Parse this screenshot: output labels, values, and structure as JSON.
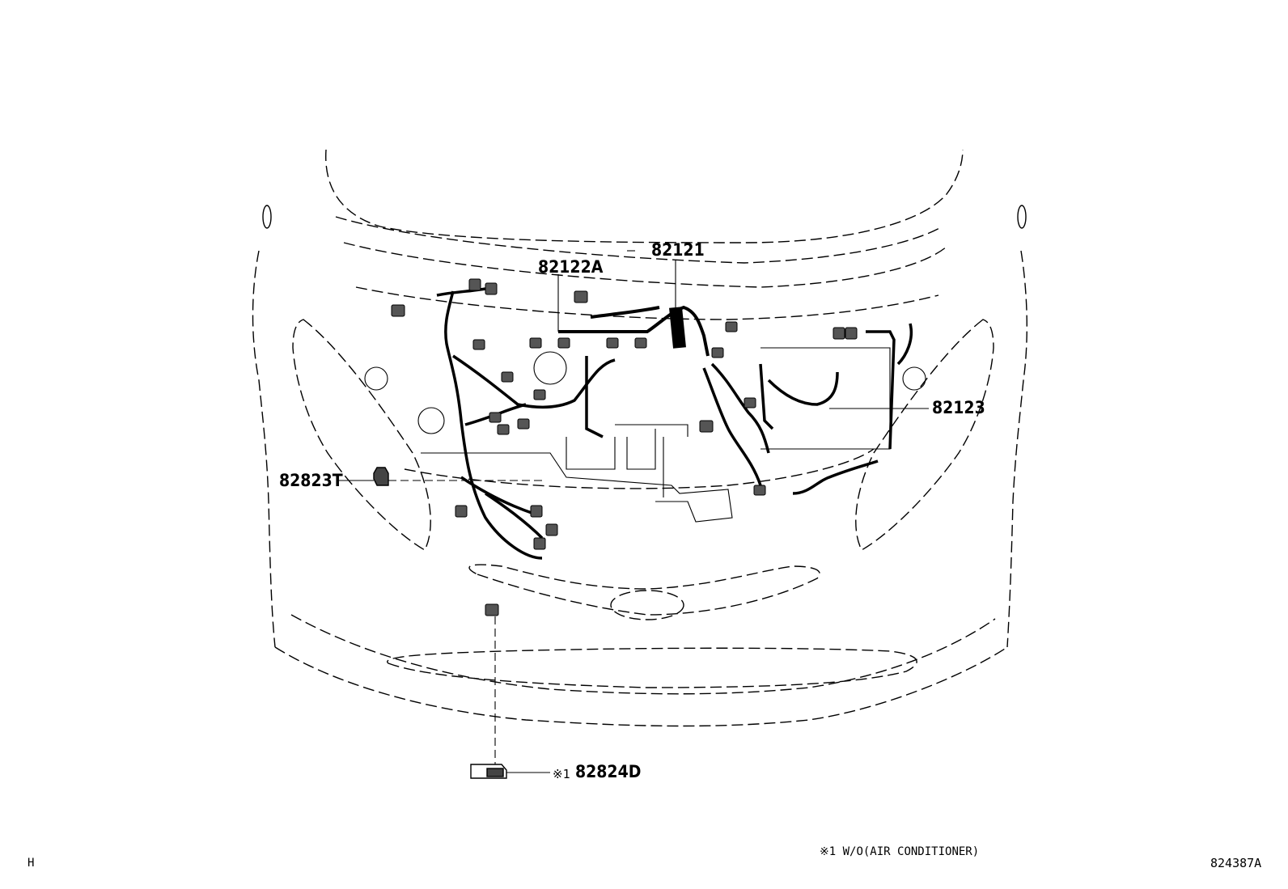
{
  "parts": {
    "p82121": "82121",
    "p82122a": "82122A",
    "p82123": "82123",
    "p82823t": "82823T",
    "p82824d_mark": "※1",
    "p82824d": "82824D"
  },
  "footnote": "※1 W/O(AIR CONDITIONER)",
  "corner_left": "H",
  "illustration_id": "824387A"
}
